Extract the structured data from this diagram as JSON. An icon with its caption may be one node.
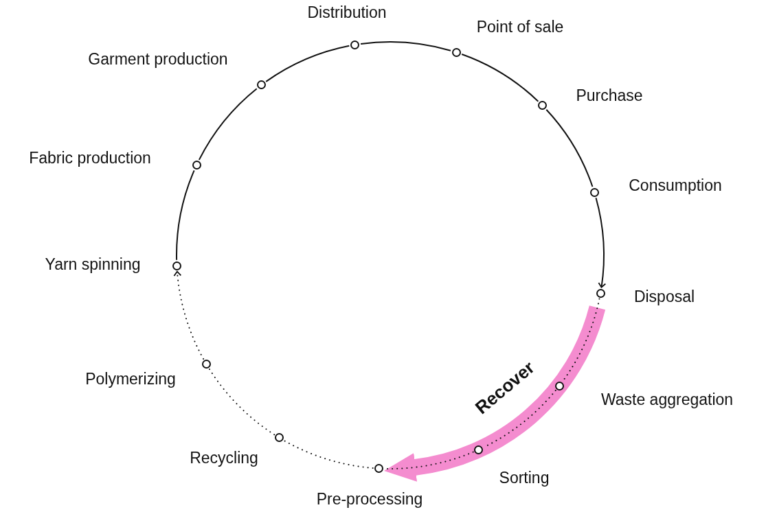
{
  "diagram": {
    "nodes": [
      {
        "text": [],
        "shape": "circle",
        "beside": [
          "Yarn spinning"
        ]
      },
      {
        "text": [],
        "shape": "circle",
        "beside": [
          "Fabric production"
        ]
      },
      {
        "text": [],
        "shape": "circle",
        "beside": [
          "Garment production"
        ]
      },
      {
        "text": [],
        "shape": "circle",
        "beside": [
          "Distribution"
        ]
      },
      {
        "text": [],
        "shape": "circle",
        "beside": [
          "Point of sale"
        ]
      },
      {
        "text": [],
        "shape": "circle",
        "beside": [
          "Purchase"
        ]
      },
      {
        "text": [],
        "shape": "circle",
        "beside": [
          "Consumption"
        ]
      },
      {
        "text": [],
        "shape": "circle",
        "beside": [
          "Disposal"
        ]
      },
      {
        "text": [],
        "shape": "circle",
        "beside": [
          "Waste aggregation"
        ]
      },
      {
        "text": [],
        "shape": "circle",
        "beside": [
          "Sorting"
        ]
      },
      {
        "text": [],
        "shape": "circle",
        "beside": [
          "Pre-processing"
        ]
      },
      {
        "text": [],
        "shape": "circle",
        "beside": [
          "Recycling"
        ]
      },
      {
        "text": [],
        "shape": "circle",
        "beside": [
          "Polymerizing"
        ]
      }
    ],
    "edges": [
      {
        "from": 0,
        "to": 1,
        "arrow": "none"
      },
      {
        "from": 1,
        "to": 2,
        "arrow": "none"
      },
      {
        "from": 2,
        "to": 3,
        "arrow": "none"
      },
      {
        "from": 3,
        "to": 4,
        "arrow": "none"
      },
      {
        "from": 4,
        "to": 5,
        "arrow": "none"
      },
      {
        "from": 5,
        "to": 6,
        "arrow": "none"
      },
      {
        "from": 6,
        "to": 7,
        "arrow": "to"
      },
      {
        "from": 7,
        "to": 8,
        "arrow": "none",
        "style": "dashed"
      },
      {
        "from": 8,
        "to": 9,
        "arrow": "none",
        "style": "dashed"
      },
      {
        "from": 9,
        "to": 10,
        "arrow": "none",
        "style": "dashed"
      },
      {
        "from": 10,
        "to": 11,
        "arrow": "none",
        "style": "dashed"
      },
      {
        "from": 11,
        "to": 12,
        "arrow": "none",
        "style": "dashed"
      },
      {
        "from": 12,
        "to": 0,
        "arrow": "to",
        "style": "dashed"
      },
      {
        "from": 7,
        "to": 10,
        "arrow": "to",
        "label": "Recover",
        "style": "thick",
        "color": "#f48ccf"
      }
    ]
  }
}
